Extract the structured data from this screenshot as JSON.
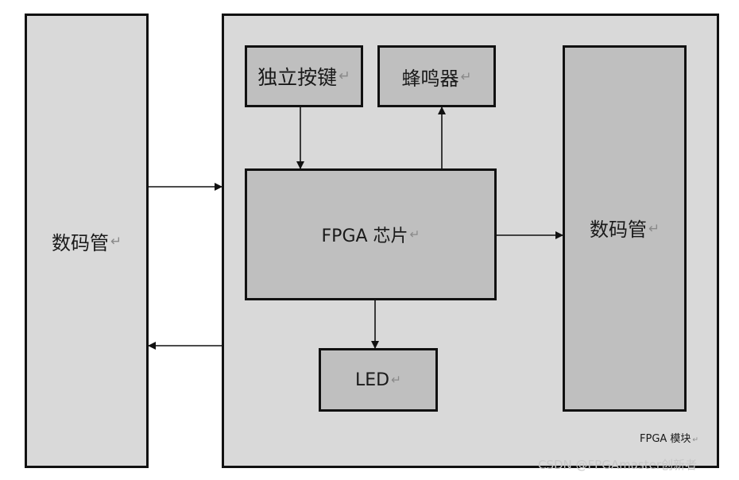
{
  "blocks": {
    "left_display": "数码管",
    "independent_keys": "独立按键",
    "buzzer": "蜂鸣器",
    "fpga_chip": "FPGA 芯片",
    "led": "LED",
    "right_display": "数码管",
    "module_label": "FPGA 模块"
  },
  "return_mark": "↵",
  "watermark": "CSDN @FPGAmaster创新者",
  "colors": {
    "module_fill": "#d9d9d9",
    "block_fill": "#bfbfbf",
    "outline": "#111111"
  }
}
